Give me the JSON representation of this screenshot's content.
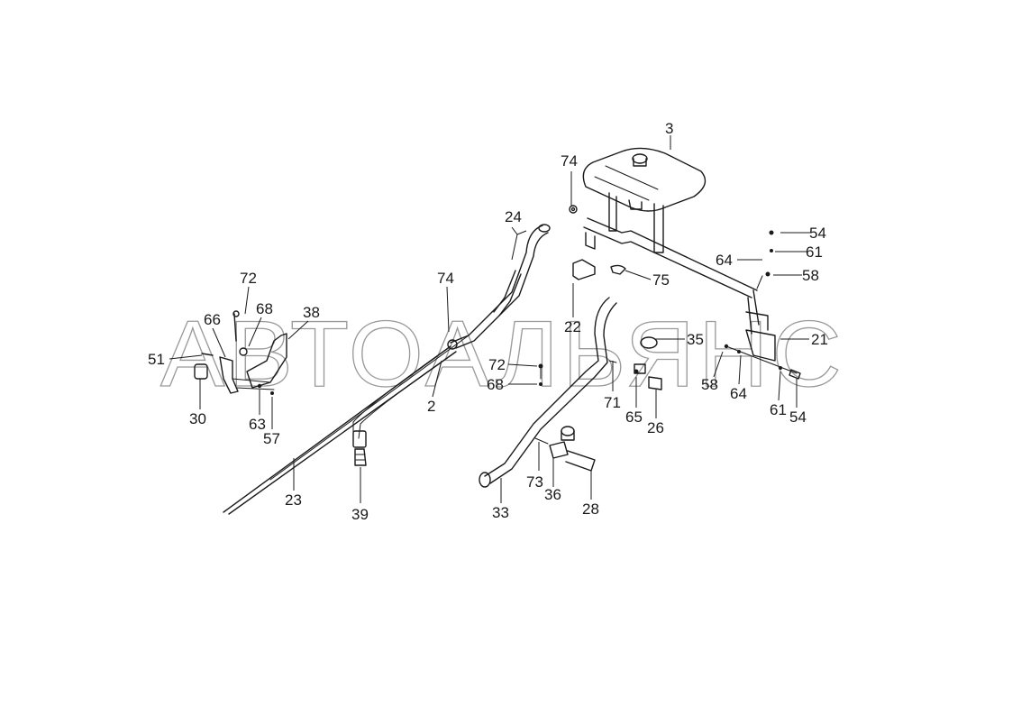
{
  "watermark": "АВТОАЛЬЯНС",
  "callouts": {
    "c3": "3",
    "c74a": "74",
    "c24": "24",
    "c54a": "54",
    "c61a": "61",
    "c64a": "64",
    "c58a": "58",
    "c74b": "74",
    "c75": "75",
    "c72a": "72",
    "c68a": "68",
    "c38": "38",
    "c66": "66",
    "c51": "51",
    "c22": "22",
    "c35": "35",
    "c21": "21",
    "c72b": "72",
    "c68b": "68",
    "c2": "2",
    "c71": "71",
    "c58b": "58",
    "c64b": "64",
    "c61b": "61",
    "c54b": "54",
    "c65": "65",
    "c26": "26",
    "c30": "30",
    "c63": "63",
    "c57": "57",
    "c23": "23",
    "c39": "39",
    "c73": "73",
    "c36": "36",
    "c33": "33",
    "c28": "28"
  }
}
